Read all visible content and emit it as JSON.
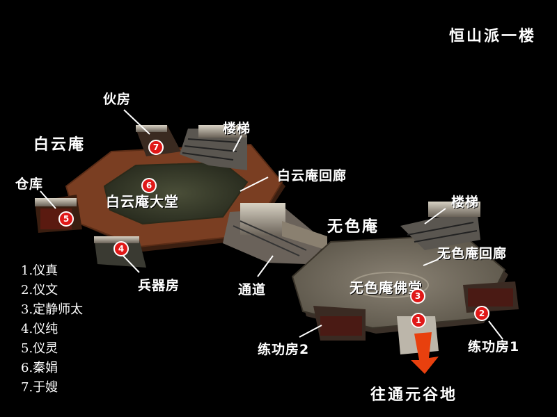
{
  "title": "恒山派一楼",
  "areas": {
    "baiyun": "白云庵",
    "wuse": "无色庵"
  },
  "labels": {
    "huofang": "伙房",
    "louti_1": "楼梯",
    "louti_2": "楼梯",
    "cangku": "仓库",
    "baiyun_hall": "白云庵大堂",
    "baiyun_corridor": "白云庵回廊",
    "bingqi": "兵器房",
    "tongdao": "通道",
    "wuse_corridor": "无色庵回廊",
    "wuse_hall": "无色庵佛堂",
    "liangong_2": "练功房2",
    "liangong_1": "练功房1",
    "exit": "往通元谷地"
  },
  "markers": [
    "1",
    "2",
    "3",
    "4",
    "5",
    "6",
    "7"
  ],
  "legend": [
    "1.仪真",
    "2.仪文",
    "3.定静师太",
    "4.仪纯",
    "5.仪灵",
    "6.秦娟",
    "7.于嫂"
  ],
  "colors": {
    "marker": "#e01818",
    "floor": "#7a3e22",
    "hall_floor": "#3a3f2c",
    "background": "#000000"
  }
}
